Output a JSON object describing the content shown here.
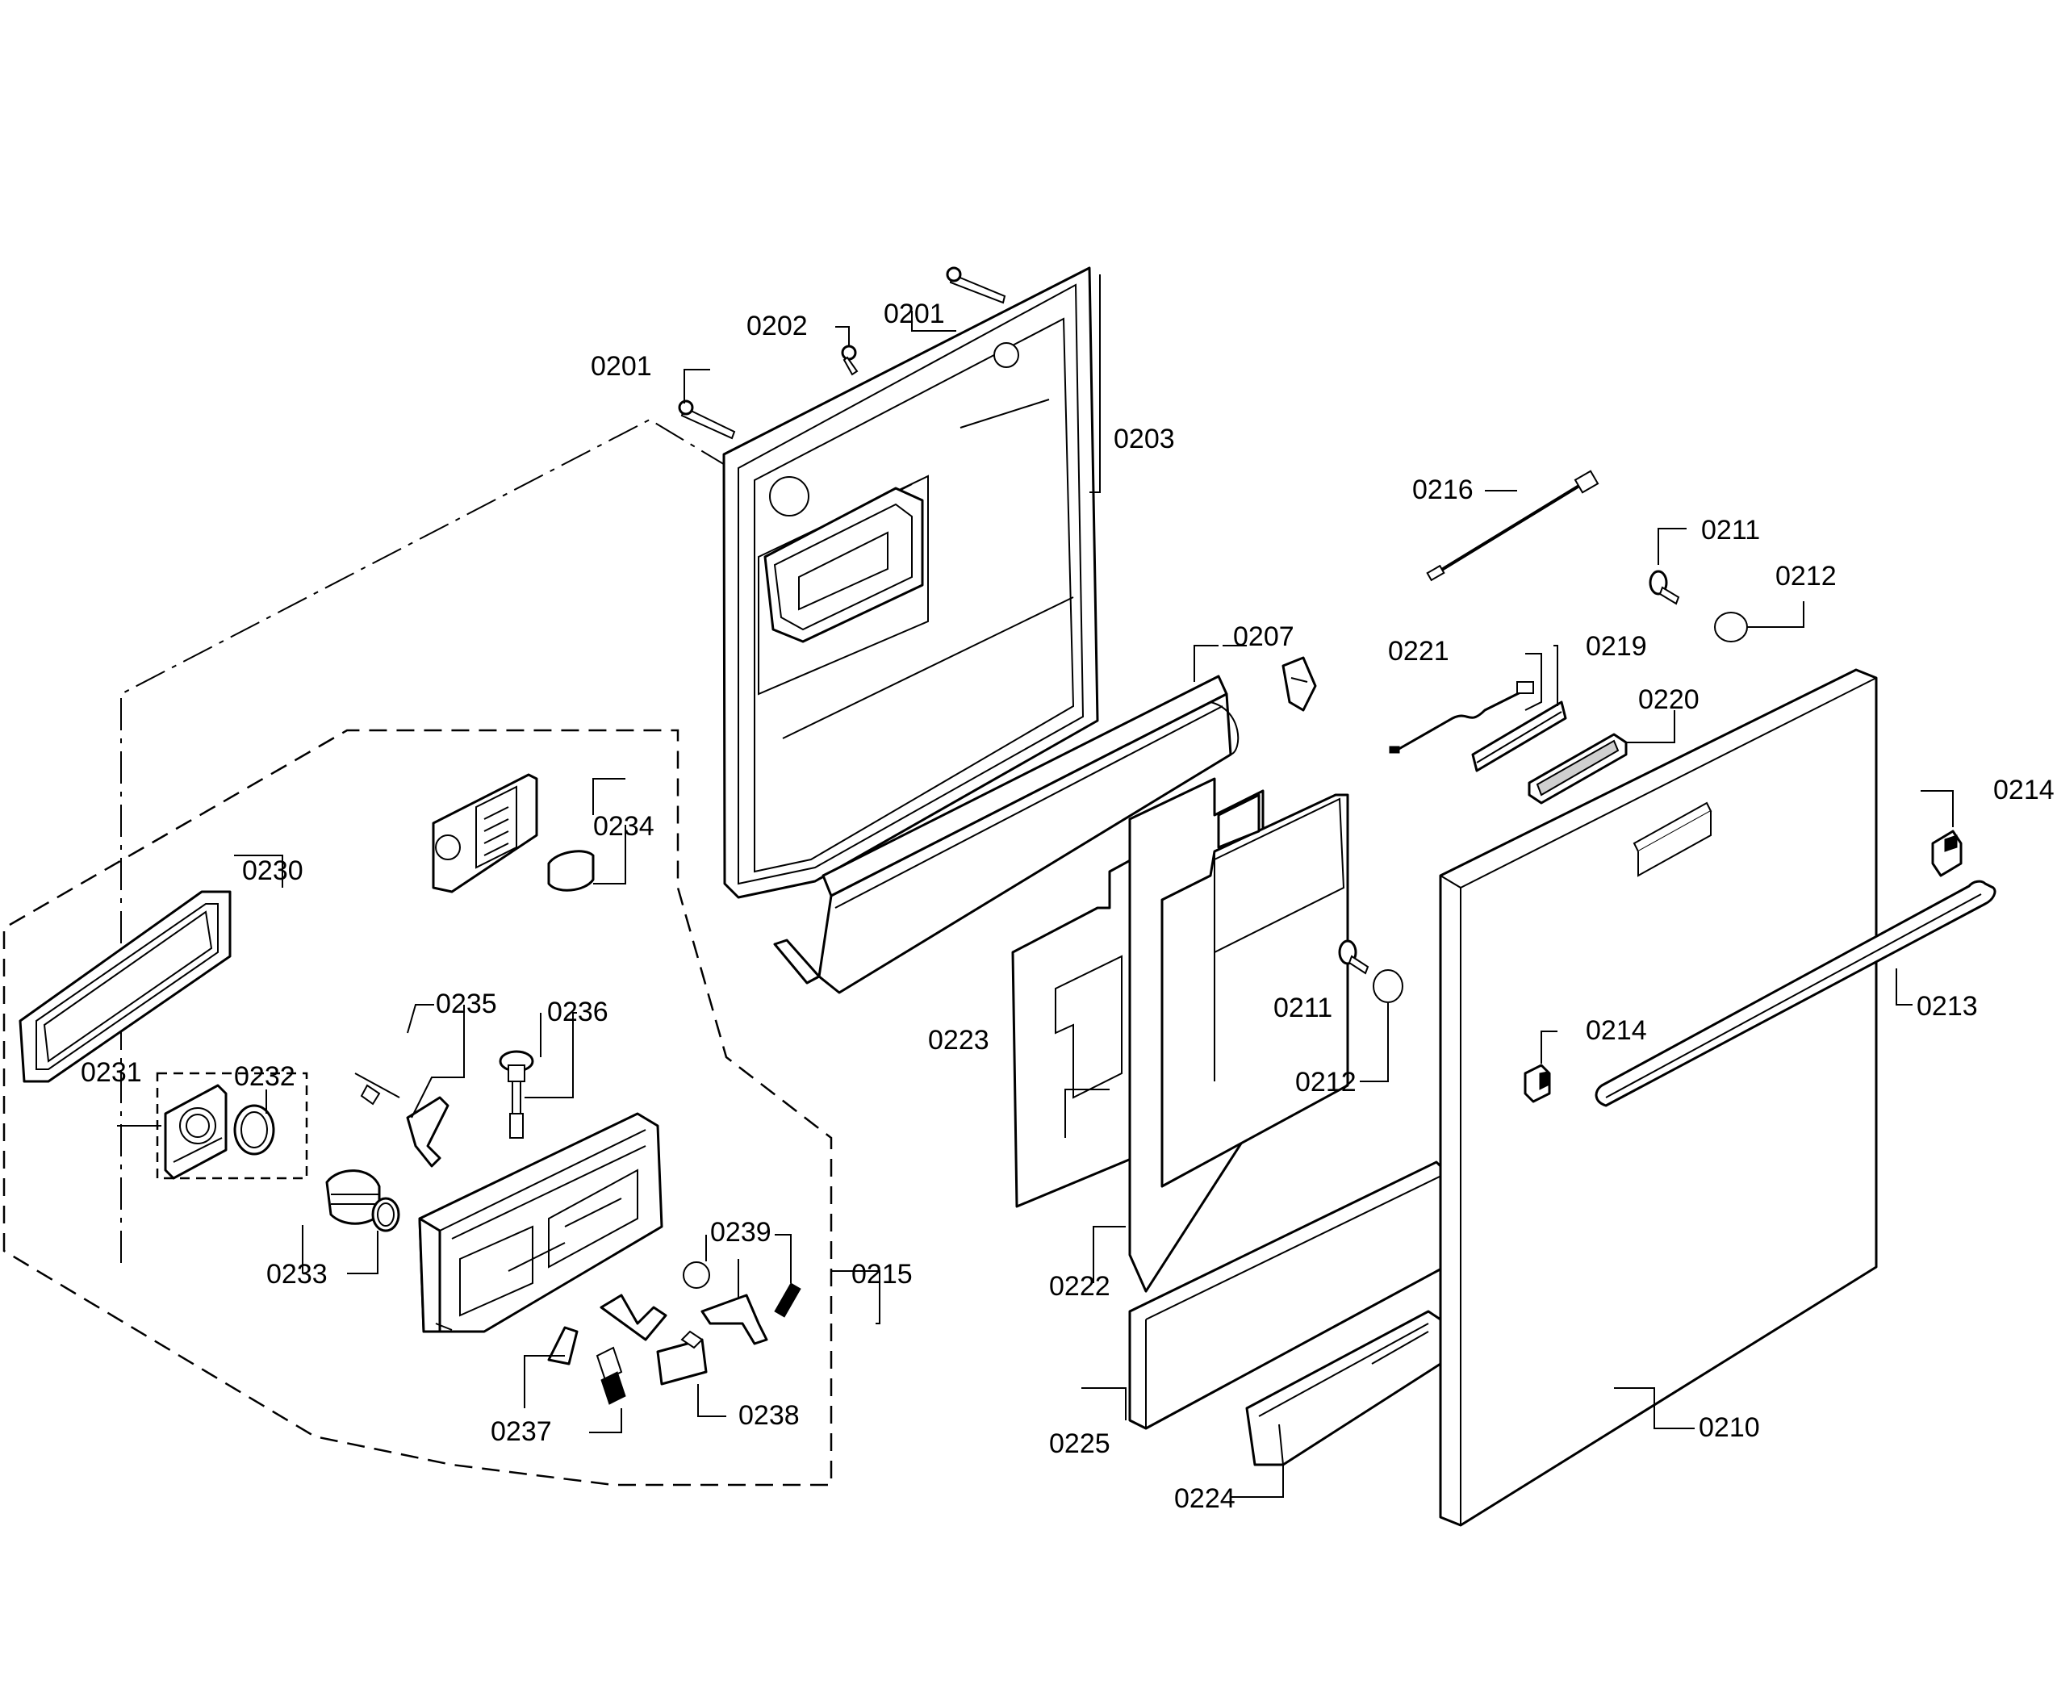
{
  "diagram": {
    "labels": {
      "p0201a": "0201",
      "p0201b": "0201",
      "p0202": "0202",
      "p0203": "0203",
      "p0207": "0207",
      "p0210": "0210",
      "p0211a": "0211",
      "p0211b": "0211",
      "p0212a": "0212",
      "p0212b": "0212",
      "p0213": "0213",
      "p0214a": "0214",
      "p0214b": "0214",
      "p0215": "0215",
      "p0216": "0216",
      "p0219": "0219",
      "p0220": "0220",
      "p0221": "0221",
      "p0222": "0222",
      "p0223": "0223",
      "p0224": "0224",
      "p0225": "0225",
      "p0230": "0230",
      "p0231": "0231",
      "p0232": "0232",
      "p0233": "0233",
      "p0234": "0234",
      "p0235": "0235",
      "p0236": "0236",
      "p0237": "0237",
      "p0238": "0238",
      "p0239": "0239"
    }
  }
}
